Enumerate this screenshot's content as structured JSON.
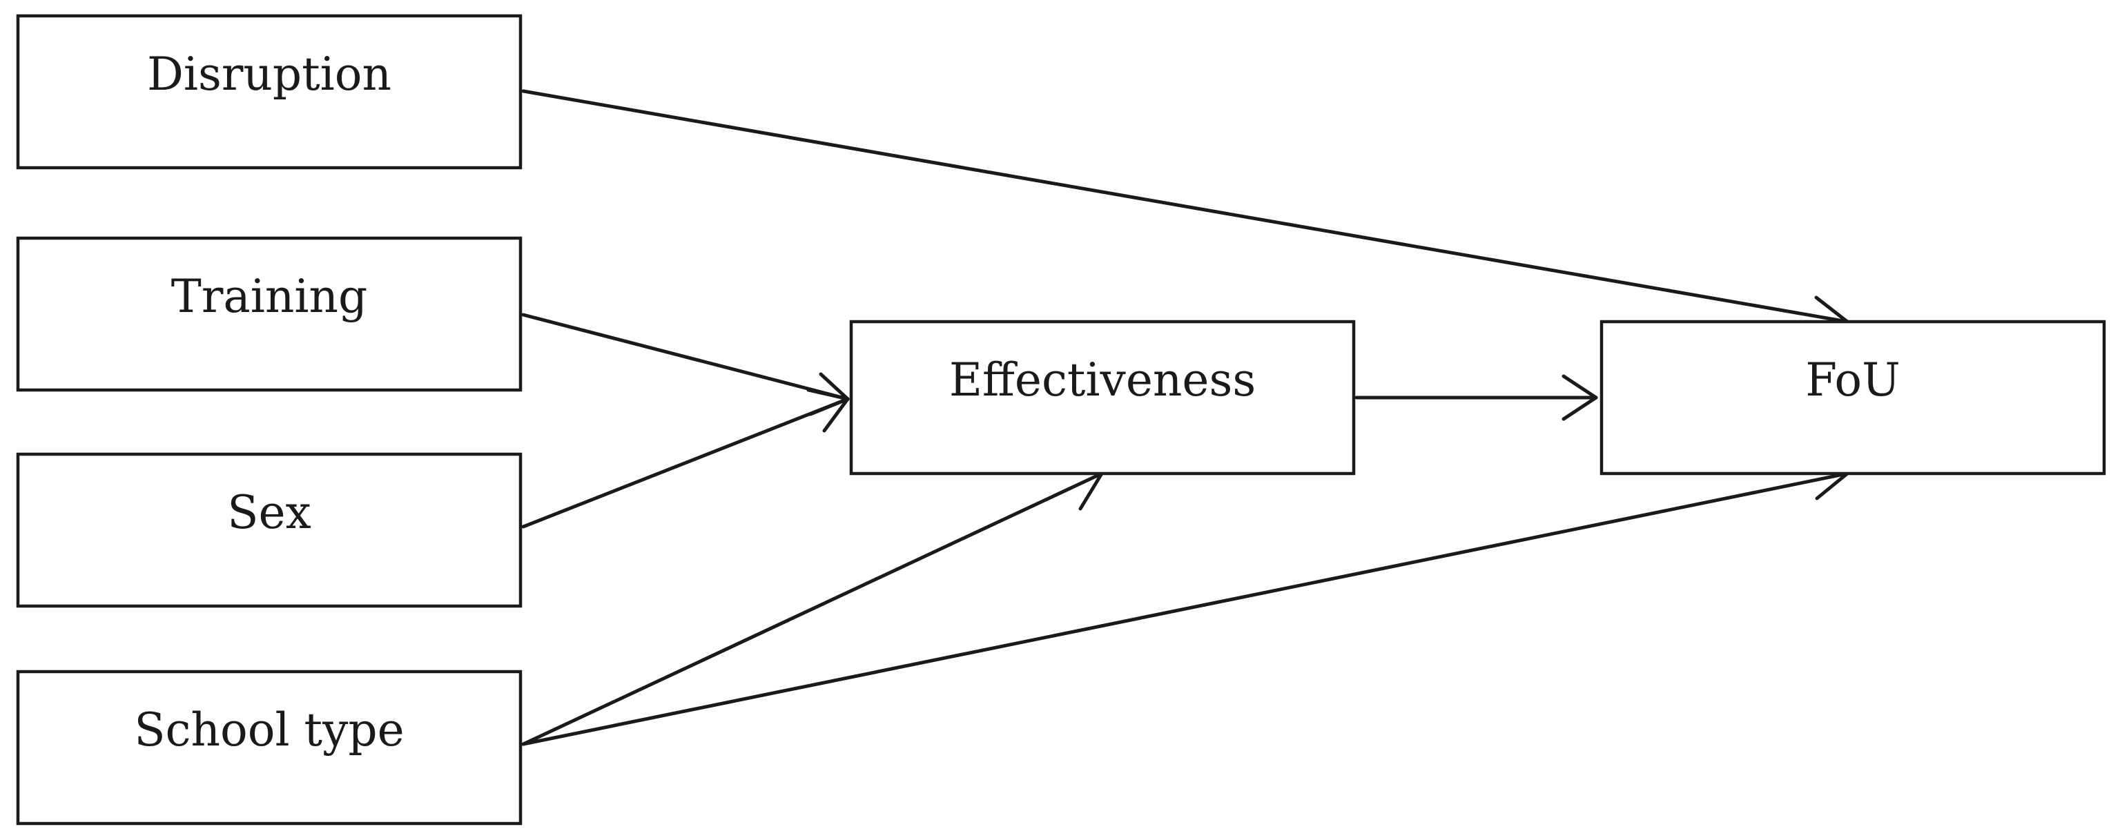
{
  "diagram": {
    "nodes": [
      {
        "id": "disruption",
        "label": "Disruption"
      },
      {
        "id": "training",
        "label": "Training"
      },
      {
        "id": "sex",
        "label": "Sex"
      },
      {
        "id": "school_type",
        "label": "School type"
      },
      {
        "id": "effectiveness",
        "label": "Effectiveness"
      },
      {
        "id": "fou",
        "label": "FoU"
      }
    ],
    "edges": [
      {
        "from": "disruption",
        "to": "fou"
      },
      {
        "from": "training",
        "to": "effectiveness"
      },
      {
        "from": "sex",
        "to": "effectiveness"
      },
      {
        "from": "school_type",
        "to": "effectiveness"
      },
      {
        "from": "school_type",
        "to": "fou"
      },
      {
        "from": "effectiveness",
        "to": "fou"
      }
    ],
    "colors": {
      "stroke": "#1a1a1a",
      "background": "#ffffff"
    }
  }
}
